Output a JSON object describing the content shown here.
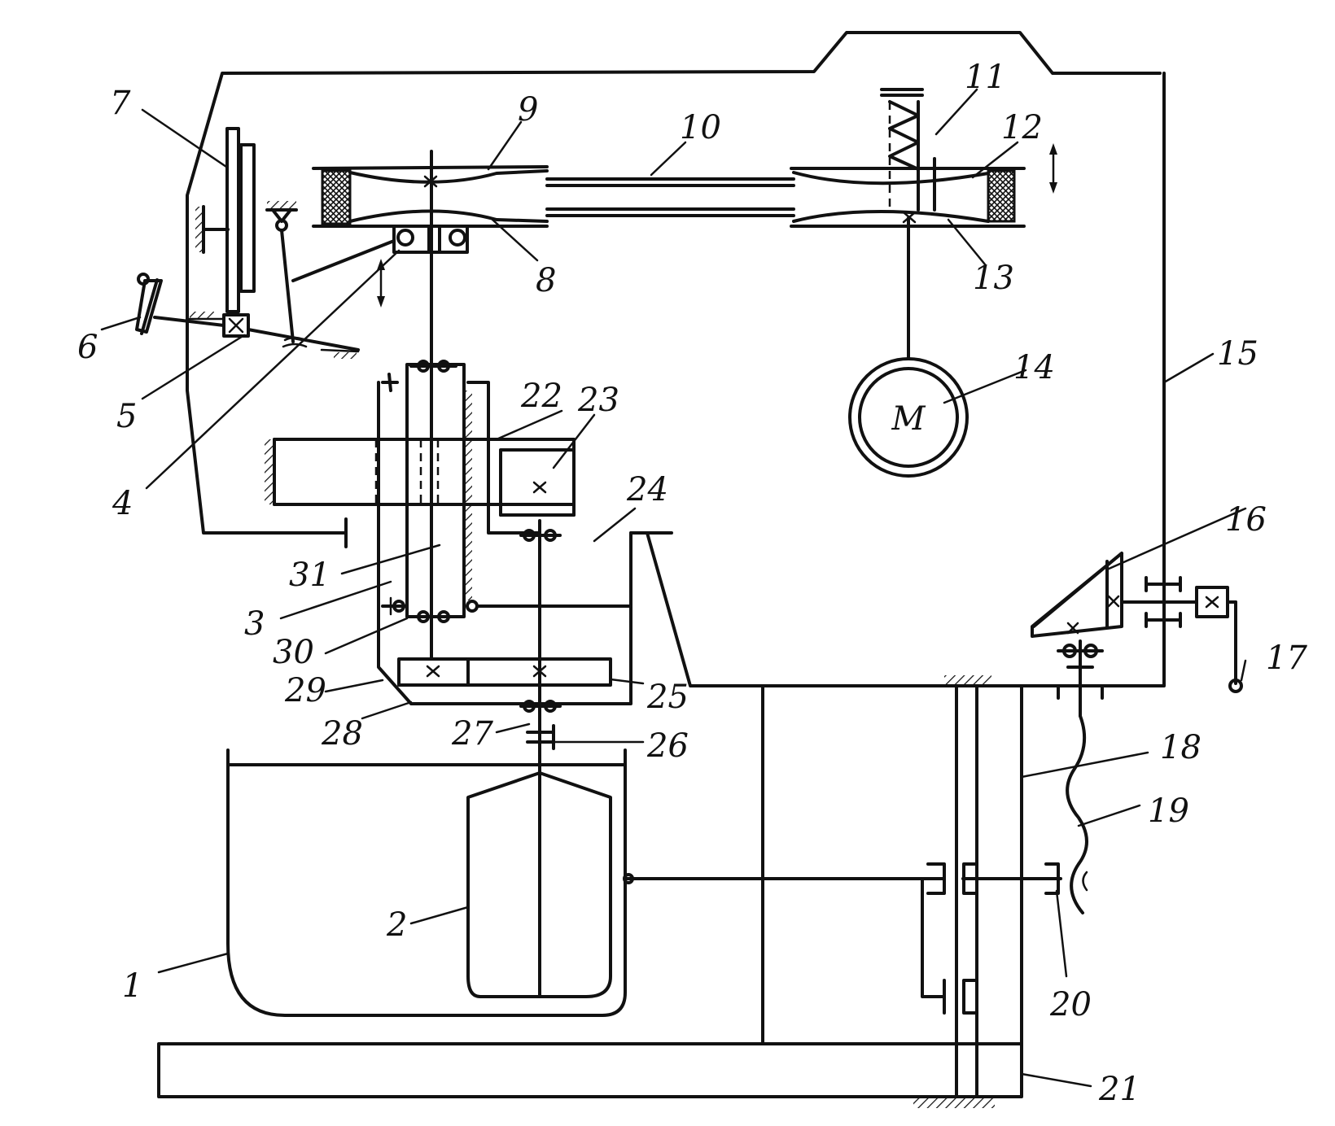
{
  "labels": {
    "l1": "1",
    "l2": "2",
    "l3": "3",
    "l4": "4",
    "l5": "5",
    "l6": "6",
    "l7": "7",
    "l8": "8",
    "l9": "9",
    "l10": "10",
    "l11": "11",
    "l12": "12",
    "l13": "13",
    "l14": "14",
    "l15": "15",
    "l16": "16",
    "l17": "17",
    "l18": "18",
    "l19": "19",
    "l20": "20",
    "l21": "21",
    "l22": "22",
    "l23": "23",
    "l24": "24",
    "l25": "25",
    "l26": "26",
    "l27": "27",
    "l28": "28",
    "l29": "29",
    "l30": "30",
    "l31": "31"
  },
  "motor_symbol": "M"
}
